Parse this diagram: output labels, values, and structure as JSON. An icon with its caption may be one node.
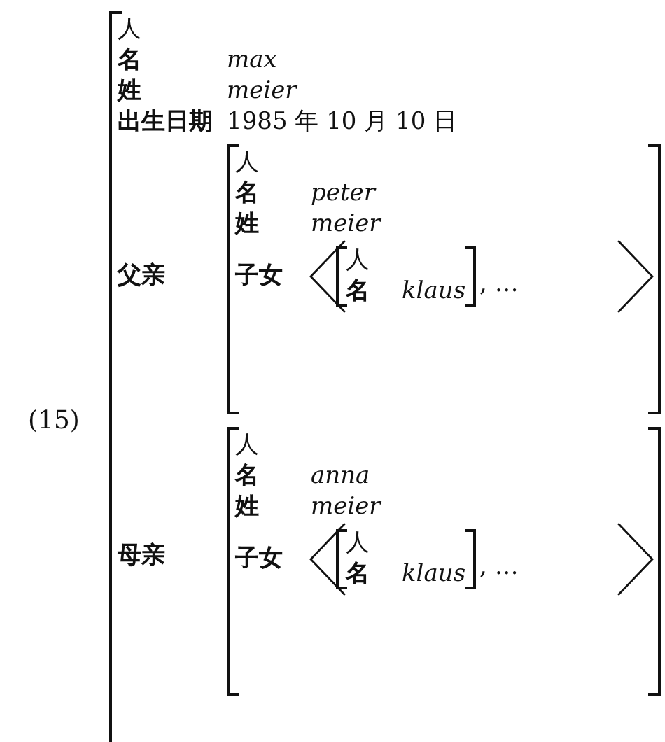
{
  "diagram": {
    "nodes": [
      {
        "text": [
          "人",
          "名",
          "max",
          "姓",
          "meier",
          "出生日期",
          "1985 年 10 月 10 日",
          "父亲",
          "母亲"
        ]
      },
      {
        "text": [
          "人",
          "名",
          "peter",
          "姓",
          "meier",
          "子女"
        ],
        "in": 0
      },
      {
        "text": [
          ", …"
        ],
        "in": 1
      },
      {
        "text": [
          "人",
          "名",
          "klaus"
        ],
        "in": 2
      },
      {
        "text": [
          "人",
          "名",
          "anna",
          "姓",
          "meier",
          "子女"
        ],
        "in": 0
      },
      {
        "text": [
          ", …"
        ],
        "in": 4
      },
      {
        "text": [
          "人",
          "名",
          "klaus"
        ],
        "in": 5
      }
    ],
    "labels": [
      "(15)"
    ]
  }
}
